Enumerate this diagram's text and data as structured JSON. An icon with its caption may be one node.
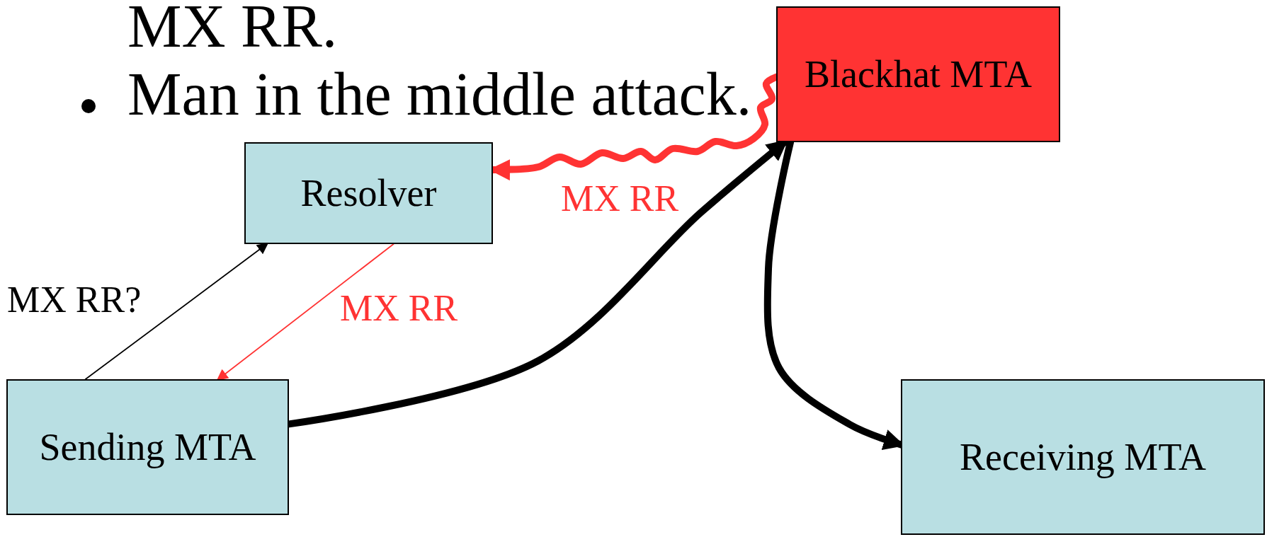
{
  "diagram": {
    "nodes": [
      {
        "text": [
          "Resolver"
        ]
      },
      {
        "text": [
          "Blackhat MTA"
        ]
      },
      {
        "text": [
          "Sending MTA"
        ]
      },
      {
        "text": [
          "Receiving MTA"
        ]
      }
    ],
    "edges": [
      {
        "from": 2,
        "to": 0,
        "arrow": "to",
        "label": "MX RR?"
      },
      {
        "from": 0,
        "to": 2,
        "arrow": "to",
        "label": "MX RR",
        "color": "#ff3333"
      },
      {
        "from": 1,
        "to": 0,
        "arrow": "to",
        "label": "MX RR",
        "color": "#ff3333"
      },
      {
        "from": 2,
        "to": 1,
        "arrow": "to"
      },
      {
        "from": 1,
        "to": 3,
        "arrow": "to"
      }
    ],
    "labels": [
      "MX RR.",
      "Man in the middle attack."
    ]
  }
}
